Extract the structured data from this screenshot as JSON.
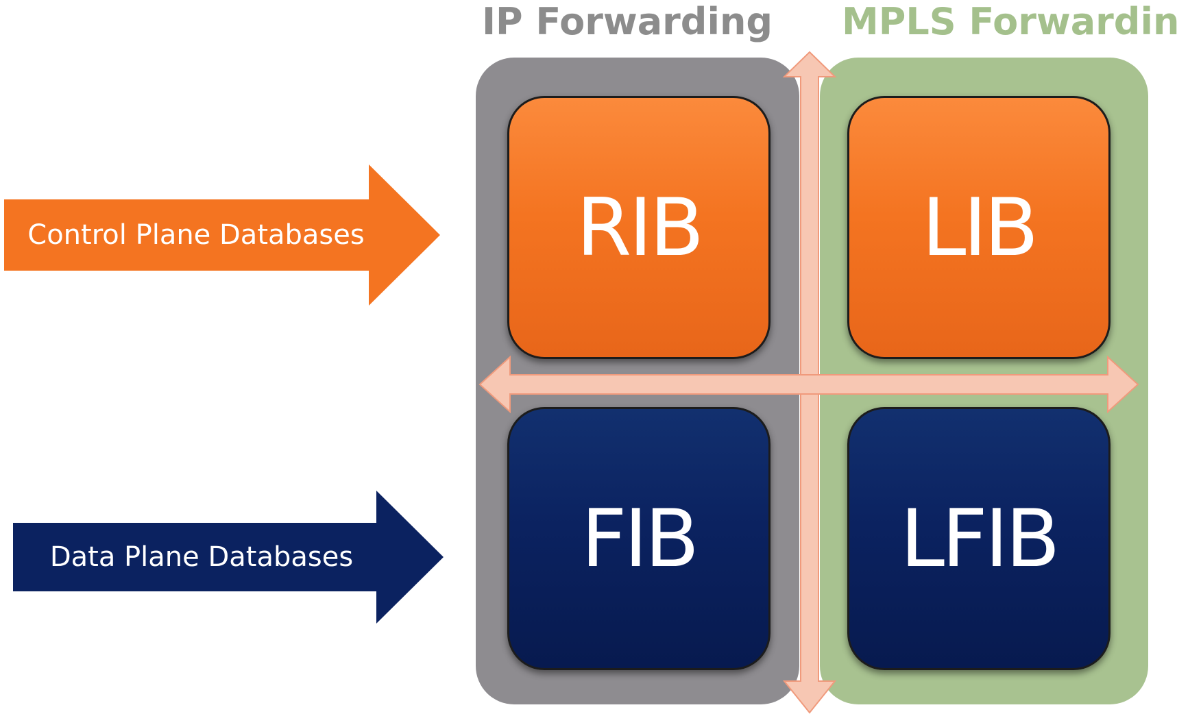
{
  "titles": {
    "ip_forwarding": "IP Forwarding",
    "mpls_forwarding": "MPLS Forwarding"
  },
  "arrows": {
    "control_plane": "Control Plane Databases",
    "data_plane": "Data Plane Databases"
  },
  "boxes": {
    "rib": "RIB",
    "lib": "LIB",
    "fib": "FIB",
    "lfib": "LFIB"
  },
  "colors": {
    "ip_title": "#8c8c8c",
    "mpls_title": "#a4c08c",
    "ip_panel": "#8e8c90",
    "mpls_panel": "#a8c290",
    "control_plane": "#f47421",
    "data_plane": "#0b2260",
    "crosshair": "#f7c7b3",
    "crosshair_outline": "#f09a7c"
  },
  "icons": {
    "control_arrow": "right-arrow",
    "data_arrow": "right-arrow",
    "divider": "double-headed-crosshair-arrows"
  }
}
